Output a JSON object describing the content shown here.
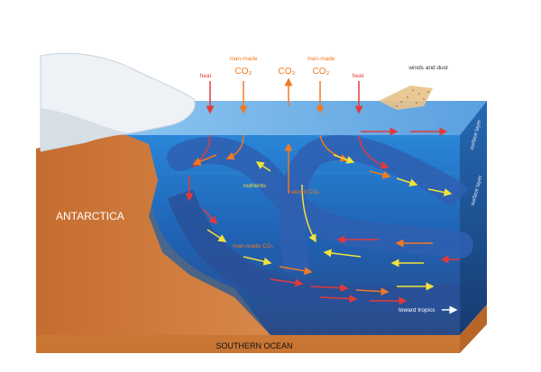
{
  "labels": {
    "heat_left": "heat",
    "heat_right": "heat",
    "man_made_1": "man-made",
    "co2_1": "CO₂",
    "co2_mid": "CO₂",
    "man_made_2": "man-made",
    "co2_2": "CO₂",
    "winds_dust": "winds and dust",
    "antarctica": "ANTARCTICA",
    "nutrients": "nutrients",
    "stored_co2": "stored CO₂",
    "man_made_co2_deep": "man-made CO₂",
    "surface_layer_top": "surface layer",
    "surface_layer_side": "surface layer",
    "toward_tropics": "toward tropics",
    "title": "SOUTHERN OCEAN"
  },
  "colors": {
    "ocean_top": "#7fb8e8",
    "ocean_front_top": "#1f6fc2",
    "ocean_front_deep": "#2b4f8a",
    "ocean_side": "#1a4f92",
    "seabed": "#d98a4a",
    "land": "#c9743a",
    "ice": "#f2f5f8",
    "current": "#2f5fb0",
    "arrow_red": "#e23a3a",
    "arrow_orange": "#f07a22",
    "arrow_yellow": "#f2e23a"
  }
}
